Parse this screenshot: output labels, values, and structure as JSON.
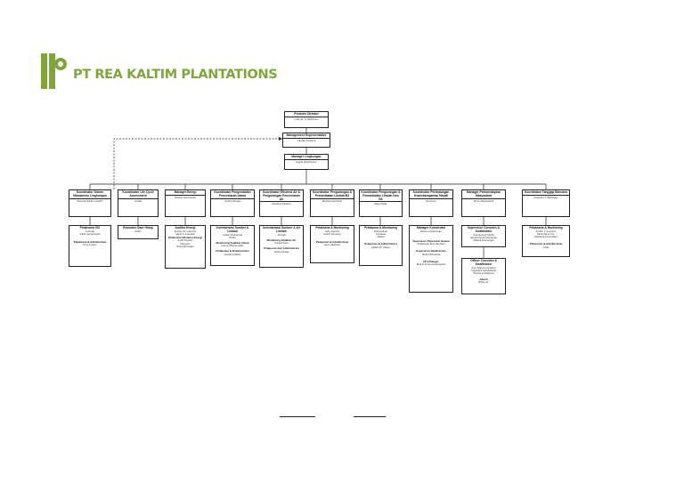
{
  "company": {
    "name": "PT REA KALTIM PLANTATIONS",
    "brand_color": "#7fa63a"
  },
  "org": {
    "director": {
      "title": "Presiden Direktur",
      "name": "Luke W. S. Robinson"
    },
    "mr": {
      "title": "Management Representative",
      "name": "Candra Kusuma"
    },
    "manager": {
      "title": "Manager Lingkungan",
      "name": "Sugito Hendriyono"
    },
    "cols": [
      {
        "title": "Koordinator Sistem Manajemen Lingkungan",
        "name": "Akhmad Rizkon Saifuri",
        "subs": [
          {
            "title": "Pelaksana ISO",
            "lines": [
              "Kusnadi",
              "Indah Setyaningsih"
            ]
          },
          {
            "title": "Pelaksana & Administrasi",
            "lines": [
              "Rony Irawan"
            ]
          }
        ]
      },
      {
        "title": "Koordinator Life Cycle Assessment",
        "name": "Andiki",
        "subs": [
          {
            "title": "Evaluator Daur Hidup",
            "lines": [
              "Andini"
            ]
          }
        ]
      },
      {
        "title": "Manager Energi",
        "name": "Riduan Hermawan",
        "subs": [
          {
            "title": "Auditor Energi",
            "lines": [
              "Kristian Sri Cahyono",
              "Saptu F. Anamanti"
            ],
            "title2": "Pelaksana Efisiensi Energi",
            "lines2": [
              "Andri Priyanto",
              "Dwiyanto",
              "Rudi Darmawan"
            ]
          }
        ]
      },
      {
        "title": "Koordinator Pengendalian Pencemaran Udara",
        "name": "Andini Sinaga",
        "subs": [
          {
            "title": "Inventarisasi Sumber & Limbah",
            "lines": [
              "Ardian Mochamad",
              "Rudin"
            ]
          },
          {
            "title": "Monitoring Kualitas Udara",
            "lines": [
              "Fauzan Burhanuddin"
            ]
          },
          {
            "title": "Pelaksana & Dokumentasi",
            "lines": [
              "Fauzan Fadhuli"
            ]
          }
        ]
      },
      {
        "title": "Koordinator Efisiensi Air & Pengurangan Pencemaran Air",
        "name": "Deddy Kristianto",
        "subs": [
          {
            "title": "Inventarisasi Sumber & Air Limbah",
            "lines": [
              "Ahmadi"
            ]
          },
          {
            "title": "Monitoring Kualitas Air",
            "lines": [
              "Sunardi Karo"
            ]
          },
          {
            "title": "Pelaporan dan Administrasi",
            "lines": [
              "Sartini Sinaga"
            ]
          }
        ]
      },
      {
        "title": "Koordinator Pengurangan & Pemanfaatan Limbah B3",
        "name": "Muhammad Arifin",
        "subs": [
          {
            "title": "Pelaksana & Monitoring",
            "lines": [
              "Iwan Saputra",
              "Endrin Ariesang"
            ]
          },
          {
            "title": "Pelaporan & Administrasi",
            "lines": [
              "Agus Hasibuan"
            ]
          }
        ]
      },
      {
        "title": "Koordinator Pengurangan & Pemanfaatan Limbah Non B3",
        "name": "Hilga Rizky",
        "subs": [
          {
            "title": "Pelaksana & Monitoring",
            "lines": [
              "Rofiq Hanafi",
              "Gunawan",
              "Zakiah"
            ]
          },
          {
            "title": "Pelaporan & Administrasi",
            "lines": [
              "Fadlan Dt. Alwiya"
            ]
          }
        ]
      },
      {
        "title": "Koordinator Perlindungan Keanekaragaman Hayati",
        "name": "Suzanne",
        "subs": [
          {
            "title": "Manager Konservasi",
            "lines": [
              "Dhianu Harfiansyah"
            ]
          },
          {
            "title": "Supervisor Pencemar Hewan",
            "lines": [
              "Ardiansyah Ibnu Ramdani"
            ]
          },
          {
            "title": "Supervisor Biodiversity",
            "lines": [
              "Rusdi Dhimanisa"
            ]
          },
          {
            "title": "HCV Ranger",
            "lines": [
              "Budi & Sutoyo Gobang/Lkh"
            ]
          }
        ]
      },
      {
        "title": "Manager Pemberdayaan Masyarakat",
        "name": "Zimin Wasiswanti",
        "subs": [
          {
            "title": "Supervisor Consoles & Smallholder",
            "lines": [
              "Hasnita Hari Sholfa",
              "Hamdi Ahmad Simpasalo",
              "Makedi Kusnangan"
            ]
          },
          {
            "title": "Officer Consoles & Smallholder",
            "lines": [
              "Arnu Adinya Anandeira",
              "Argasatya Adicakrawati",
              "Wiratya Ai Diajuana"
            ]
          },
          {
            "title": "Admin",
            "lines": [
              "Dhianu E."
            ]
          }
        ]
      },
      {
        "title": "Koordinator Tanggap Bencana",
        "name": "Augustin T. Baholagy",
        "subs": [
          {
            "title": "Pelaksana & Monitoring",
            "lines": [
              "Andhin T. Soeratno",
              "Razal Ilanui S.H.",
              "Marfiandi Anwar Batu"
            ]
          },
          {
            "title": "Pelaporan & Administrasi",
            "lines": [
              "Indah"
            ]
          }
        ]
      }
    ]
  }
}
